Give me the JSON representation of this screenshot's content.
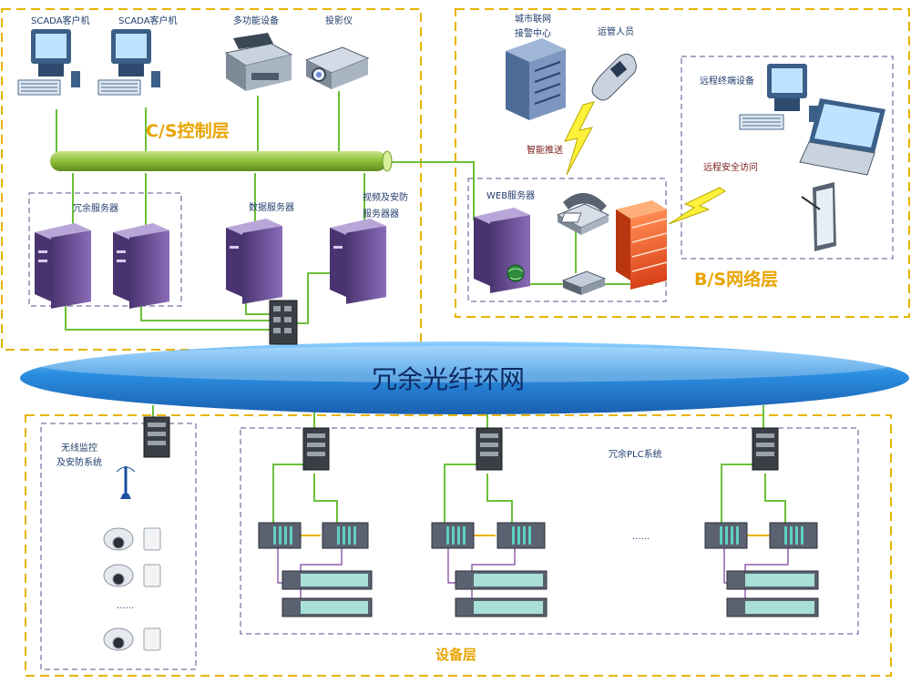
{
  "labels": {
    "scada_client_1": "SCADA客户机",
    "scada_client_2": "SCADA客户机",
    "mfp": "多功能设备",
    "projector": "投影仪",
    "cs_layer": "C/S控制层",
    "redundant_server": "冗余服务器",
    "data_server": "数据服务器",
    "video_server_1": "视频及安防",
    "video_server_2": "服务器器",
    "city_center_1": "城市联网",
    "city_center_2": "接警中心",
    "ops_staff": "运管人员",
    "smart_push": "智能推送",
    "web_server": "WEB服务器",
    "remote_terminal": "远程终端设备",
    "remote_access": "远程安全访问",
    "bs_layer": "B/S网络层",
    "ring_network": "冗余光纤环网",
    "wireless_1": "无线监控",
    "wireless_2": "及安防系统",
    "plc_system": "冗余PLC系统",
    "ellipsis_1": "......",
    "ellipsis_2": "......",
    "device_layer": "设备层"
  },
  "colors": {
    "dash_yellow": "#e8b400",
    "dash_purple": "#5a4f8a",
    "wire_green": "#6cbf3a",
    "ring_blue": "#2b7fd0",
    "server_purple": "#6b4e96"
  }
}
